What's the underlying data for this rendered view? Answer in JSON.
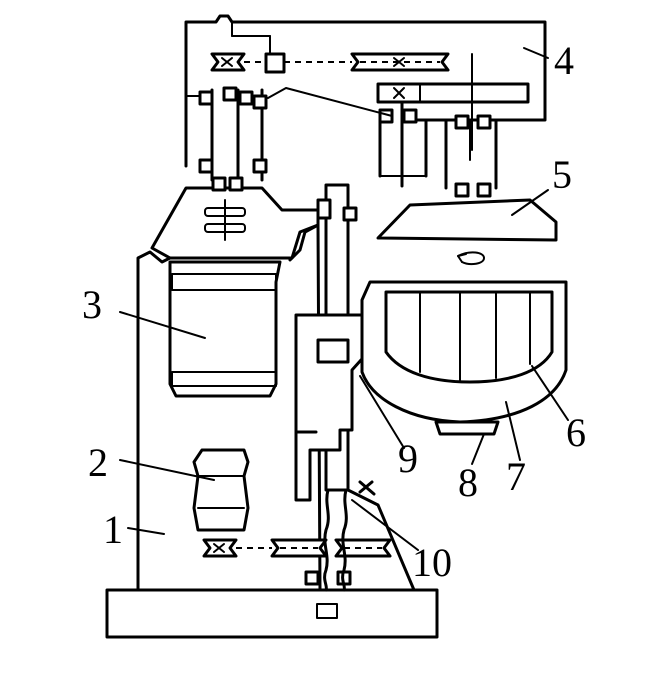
{
  "labels": {
    "l1": "1",
    "l2": "2",
    "l3": "3",
    "l4": "4",
    "l5": "5",
    "l6": "6",
    "l7": "7",
    "l8": "8",
    "l9": "9",
    "l10": "10"
  },
  "colors": {
    "ink": "#000000",
    "paper": "#ffffff"
  }
}
